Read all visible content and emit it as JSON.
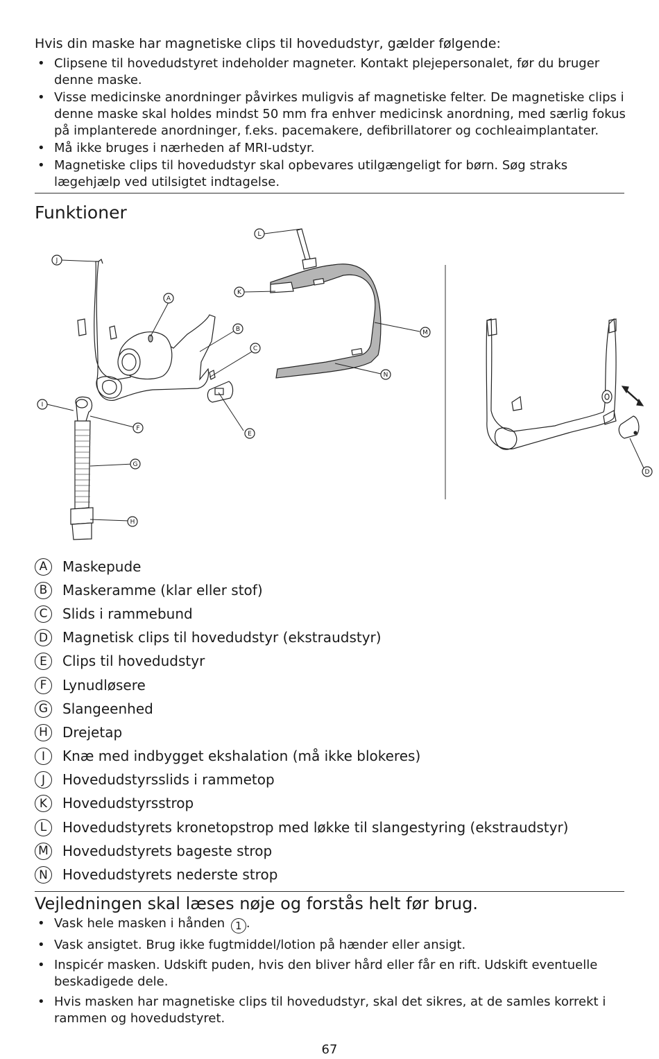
{
  "magnet_warning": {
    "heading": "Hvis din maske har magnetiske clips til hovedudstyr, gælder følgende:",
    "items": [
      "Clipsene til hovedudstyret indeholder magneter. Kontakt plejepersonalet, før du bruger denne maske.",
      "Visse medicinske anordninger påvirkes muligvis af magnetiske felter. De magnetiske clips i denne maske skal holdes mindst 50 mm fra enhver medicinsk anordning, med særlig fokus på implanterede anordninger, f.eks. pacemakere, defibrillatorer og cochleaimplantater.",
      "Må ikke bruges i nærheden af MRI-udstyr.",
      "Magnetiske clips til hovedudstyr skal opbevares utilgængeligt for børn. Søg straks lægehjælp ved utilsigtet indtagelse."
    ]
  },
  "funktioner": {
    "title": "Funktioner",
    "callouts": [
      "A",
      "B",
      "C",
      "D",
      "E",
      "F",
      "G",
      "H",
      "I",
      "J",
      "K",
      "L",
      "M",
      "N"
    ]
  },
  "legend": [
    {
      "letter": "A",
      "text": "Maskepude"
    },
    {
      "letter": "B",
      "text": "Maskeramme (klar eller stof)"
    },
    {
      "letter": "C",
      "text": "Slids i rammebund"
    },
    {
      "letter": "D",
      "text": "Magnetisk clips til hovedudstyr (ekstraudstyr)"
    },
    {
      "letter": "E",
      "text": "Clips til hovedudstyr"
    },
    {
      "letter": "F",
      "text": "Lynudløsere"
    },
    {
      "letter": "G",
      "text": "Slangeenhed"
    },
    {
      "letter": "H",
      "text": "Drejetap"
    },
    {
      "letter": "I",
      "text": "Knæ med indbygget ekshalation (må ikke blokeres)"
    },
    {
      "letter": "J",
      "text": "Hovedudstyrsslids i rammetop"
    },
    {
      "letter": "K",
      "text": "Hovedudstyrsstrop"
    },
    {
      "letter": "L",
      "text": "Hovedudstyrets kronetopstrop med løkke til slangestyring (ekstraudstyr)"
    },
    {
      "letter": "M",
      "text": "Hovedudstyrets bageste strop"
    },
    {
      "letter": "N",
      "text": "Hovedudstyrets nederste strop"
    }
  ],
  "vejledning": {
    "title": "Vejledningen skal læses nøje og forstås helt før brug.",
    "items": [
      {
        "text": "Vask hele masken i hånden",
        "circle": "1",
        "suffix": "."
      },
      {
        "text": "Vask ansigtet. Brug ikke fugtmiddel/lotion på hænder eller ansigt."
      },
      {
        "text": "Inspicér masken. Udskift puden, hvis den bliver hård eller får en rift. Udskift eventuelle beskadigede dele."
      },
      {
        "text": "Hvis masken har magnetiske clips til hovedudstyr, skal det sikres, at de samles korrekt i rammen og hovedudstyret."
      }
    ]
  },
  "page_number": "67",
  "colors": {
    "text": "#1a1a1a",
    "strap_fill": "#b5b5b5",
    "line": "#222222"
  }
}
